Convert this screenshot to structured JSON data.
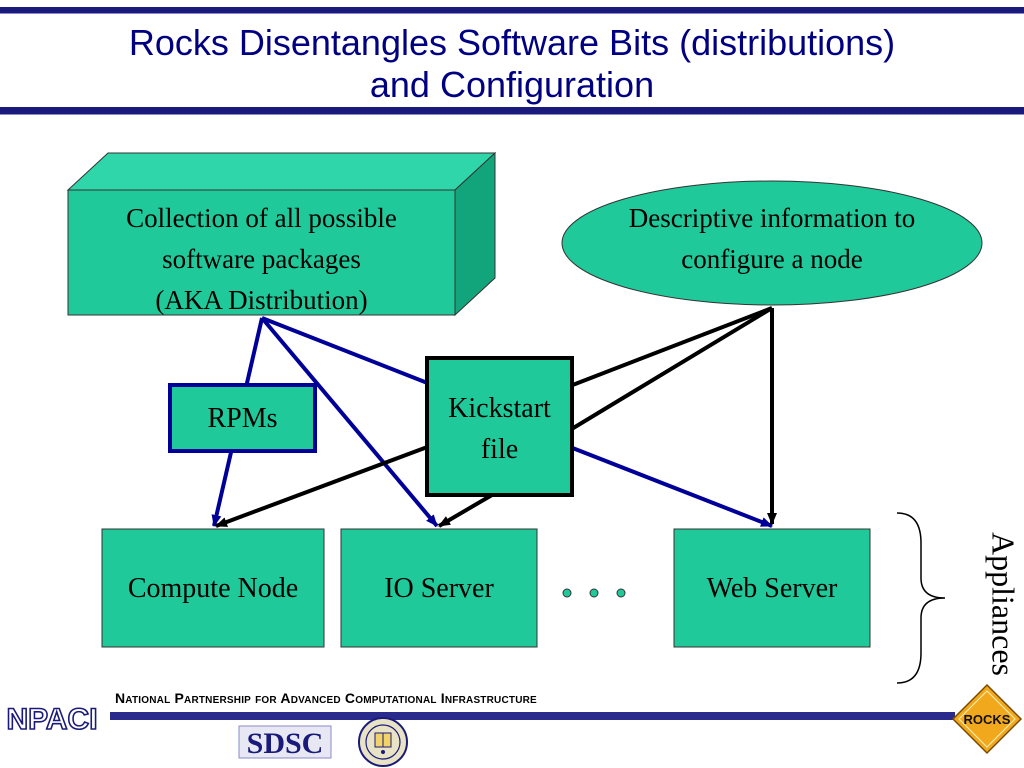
{
  "title": {
    "line1": "Rocks Disentangles Software Bits (distributions)",
    "line2": "and Configuration"
  },
  "distribution_box": {
    "line1": "Collection of all possible",
    "line2": "software packages",
    "line3": "(AKA Distribution)"
  },
  "config_ellipse": {
    "line1": "Descriptive information to",
    "line2": "configure a node"
  },
  "rpms_label": "RPMs",
  "kickstart": {
    "line1": "Kickstart",
    "line2": "file"
  },
  "appliances": {
    "compute": "Compute Node",
    "io": "IO Server",
    "web": "Web Server",
    "group_label": "Appliances"
  },
  "footer": {
    "text": "National Partnership for Advanced Computational Infrastructure",
    "npaci_logo": "NPACI",
    "sdsc_logo": "SDSC",
    "rocks_logo": "ROCKS"
  },
  "colors": {
    "title_text": "#000080",
    "node_fill": "#20c99a",
    "box_top": "#2fd6aa",
    "box_side": "#12a57c",
    "arrow_blue": "#000099",
    "arrow_black": "#000000",
    "rule": "#1a1a7a"
  }
}
